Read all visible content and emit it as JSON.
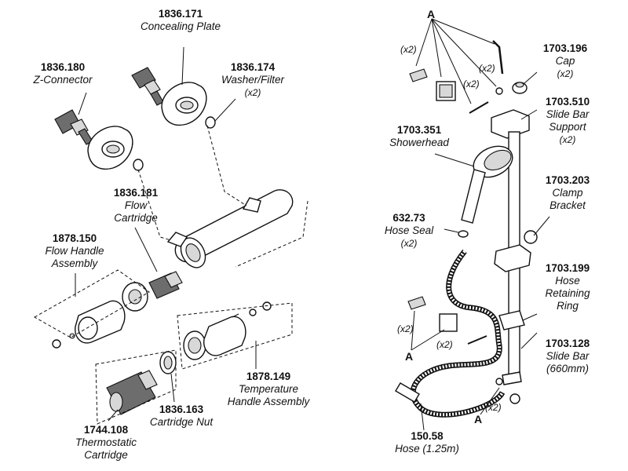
{
  "parts": [
    {
      "id": "p1836171",
      "number": "1836.171",
      "desc": "Concealing Plate",
      "qty": ""
    },
    {
      "id": "p1836180",
      "number": "1836.180",
      "desc": "Z-Connector",
      "qty": ""
    },
    {
      "id": "p1836174",
      "number": "1836.174",
      "desc": "Washer/Filter",
      "qty": "(x2)"
    },
    {
      "id": "p1836181",
      "number": "1836.181",
      "desc": "Flow Cartridge",
      "qty": ""
    },
    {
      "id": "p1878150",
      "number": "1878.150",
      "desc": "Flow Handle Assembly",
      "qty": ""
    },
    {
      "id": "p1878149",
      "number": "1878.149",
      "desc": "Temperature Handle Assembly",
      "qty": ""
    },
    {
      "id": "p1836163",
      "number": "1836.163",
      "desc": "Cartridge Nut",
      "qty": ""
    },
    {
      "id": "p1744108",
      "number": "1744.108",
      "desc": "Thermostatic Cartridge",
      "qty": ""
    },
    {
      "id": "p1703196",
      "number": "1703.196",
      "desc": "Cap",
      "qty": "(x2)"
    },
    {
      "id": "p1703510",
      "number": "1703.510",
      "desc": "Slide Bar Support",
      "qty": "(x2)"
    },
    {
      "id": "p1703351",
      "number": "1703.351",
      "desc": "Showerhead",
      "qty": ""
    },
    {
      "id": "p1703203",
      "number": "1703.203",
      "desc": "Clamp Bracket",
      "qty": ""
    },
    {
      "id": "p63273",
      "number": "632.73",
      "desc": "Hose Seal",
      "qty": "(x2)"
    },
    {
      "id": "p1703199",
      "number": "1703.199",
      "desc": "Hose Retaining Ring",
      "qty": ""
    },
    {
      "id": "p1703128",
      "number": "1703.128",
      "desc": "Slide Bar (660mm)",
      "qty": ""
    },
    {
      "id": "p15058",
      "number": "150.58",
      "desc": "Hose (1.25m)",
      "qty": ""
    }
  ],
  "labels": {
    "p1836171": {
      "number": "1836.171",
      "lines": [
        "Concealing Plate"
      ]
    },
    "p1836180": {
      "number": "1836.180",
      "lines": [
        "Z-Connector"
      ]
    },
    "p1836174": {
      "number": "1836.174",
      "lines": [
        "Washer/Filter"
      ],
      "qty": "(x2)"
    },
    "p1836181": {
      "number": "1836.181",
      "lines": [
        "Flow",
        "Cartridge"
      ]
    },
    "p1878150": {
      "number": "1878.150",
      "lines": [
        "Flow Handle",
        "Assembly"
      ]
    },
    "p1878149": {
      "number": "1878.149",
      "lines": [
        "Temperature",
        "Handle Assembly"
      ]
    },
    "p1836163": {
      "number": "1836.163",
      "lines": [
        "Cartridge Nut"
      ]
    },
    "p1744108": {
      "number": "1744.108",
      "lines": [
        "Thermostatic",
        "Cartridge"
      ]
    },
    "p1703196": {
      "number": "1703.196",
      "lines": [
        "Cap"
      ],
      "qty": "(x2)"
    },
    "p1703510": {
      "number": "1703.510",
      "lines": [
        "Slide Bar",
        "Support"
      ],
      "qty": "(x2)"
    },
    "p1703351": {
      "number": "1703.351",
      "lines": [
        "Showerhead"
      ]
    },
    "p1703203": {
      "number": "1703.203",
      "lines": [
        "Clamp",
        "Bracket"
      ]
    },
    "p63273": {
      "number": "632.73",
      "lines": [
        "Hose Seal"
      ],
      "qty": "(x2)"
    },
    "p1703199": {
      "number": "1703.199",
      "lines": [
        "Hose",
        "Retaining",
        "Ring"
      ]
    },
    "p1703128": {
      "number": "1703.128",
      "lines": [
        "Slide Bar",
        "(660mm)"
      ]
    },
    "p15058": {
      "number": "150.58",
      "lines": [
        "Hose (1.25m)"
      ]
    }
  },
  "fixing_kit": {
    "letter": "A",
    "qty_labels": [
      "(x2)",
      "(x2)",
      "(x2)",
      "(x2)",
      "(x2)",
      "(x2)"
    ]
  }
}
